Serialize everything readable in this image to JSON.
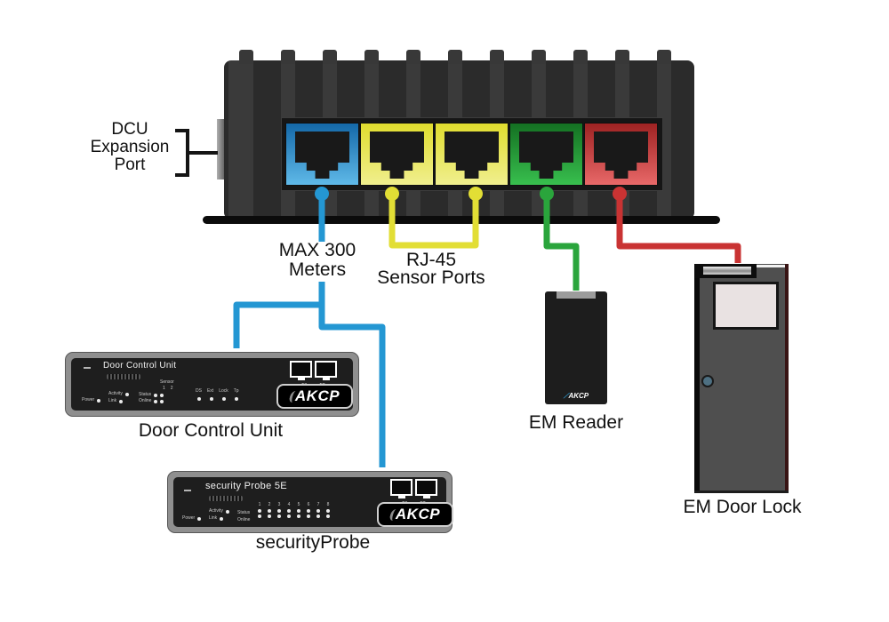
{
  "labels": {
    "expansion": "DCU\nExpansion\nPort",
    "max_distance": "MAX 300\nMeters",
    "sensor_ports": "RJ-45\nSensor Ports"
  },
  "colors": {
    "cable_blue": "#2497d3",
    "cable_yellow": "#e2de35",
    "cable_green": "#2aa53c",
    "cable_red": "#c93333",
    "port_blue": "#2e9fd6",
    "port_yellow": "#e8e43c",
    "port_green": "#1e9a33",
    "port_red": "#c94444"
  },
  "dcu_device": {
    "title": "Door Control Unit",
    "caption": "Door Control Unit",
    "logo": "AKCP",
    "eth_ports": [
      "E1",
      "E2"
    ],
    "leds": {
      "power": "Power",
      "activity": "Activity",
      "link": "Link",
      "status": "Status",
      "online": "Online",
      "sensor": "Sensor",
      "sensor_cols": [
        "1",
        "2"
      ],
      "relay": [
        "DS",
        "Ext",
        "Lock",
        "Tp"
      ]
    }
  },
  "probe_device": {
    "title": "security Probe 5E",
    "caption": "securityProbe",
    "logo": "AKCP",
    "eth_ports": [
      "E1",
      "E2"
    ],
    "leds": {
      "power": "Power",
      "activity": "Activity",
      "link": "Link",
      "status": "Status",
      "online": "Online",
      "channels": [
        "1",
        "2",
        "3",
        "4",
        "5",
        "6",
        "7",
        "8"
      ]
    }
  },
  "reader": {
    "caption": "EM Reader",
    "logo": "AKCP"
  },
  "door_lock": {
    "caption": "EM Door Lock"
  }
}
